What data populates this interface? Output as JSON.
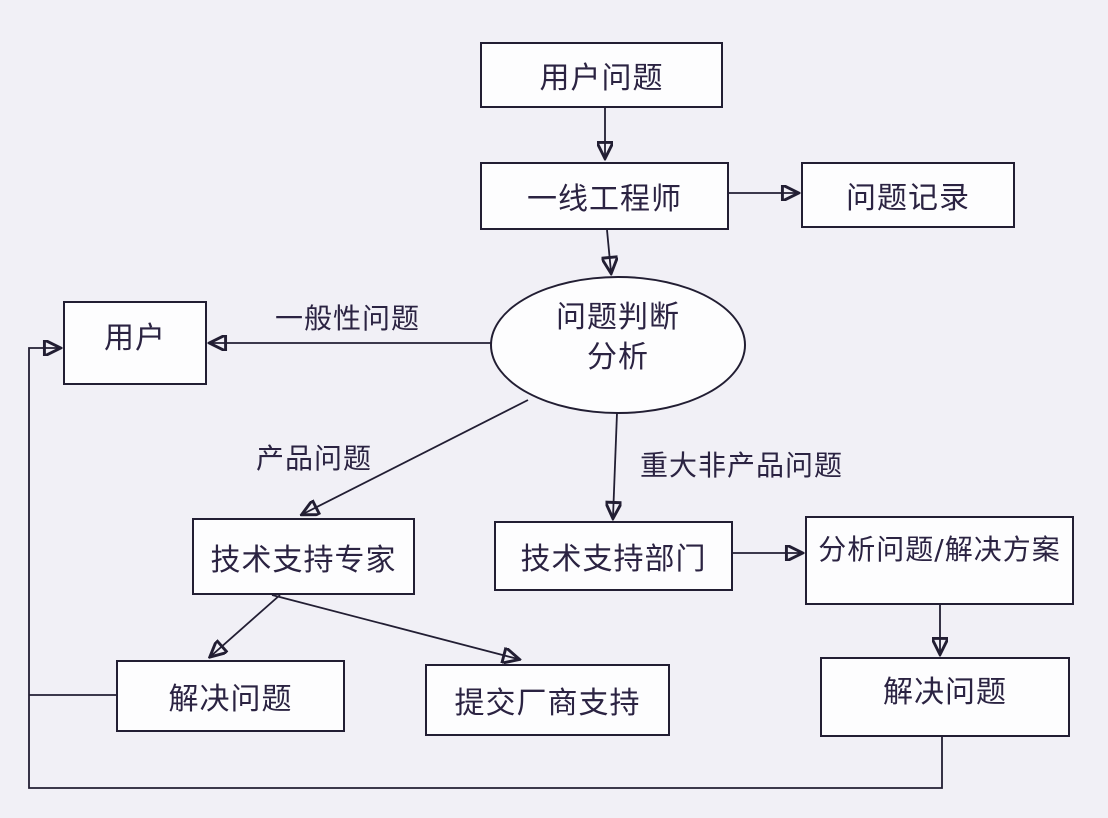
{
  "diagram": {
    "title": "support-workflow-flowchart",
    "colors": {
      "background": "#f1f0f6",
      "node_fill": "#fdfdfe",
      "line": "#221e33",
      "text": "#2b2342"
    },
    "nodes": {
      "user_problem": {
        "label": "用户问题"
      },
      "frontline_engineer": {
        "label": "一线工程师"
      },
      "problem_record": {
        "label": "问题记录"
      },
      "judgment": {
        "label_line1": "问题判断",
        "label_line2": "分析"
      },
      "user": {
        "label": "用户"
      },
      "tech_expert": {
        "label": "技术支持专家"
      },
      "tech_dept": {
        "label": "技术支持部门"
      },
      "analyze_solution": {
        "label": "分析问题/解决方案"
      },
      "solve_left": {
        "label": "解决问题"
      },
      "submit_vendor": {
        "label": "提交厂商支持"
      },
      "solve_right": {
        "label": "解决问题"
      }
    },
    "edge_labels": {
      "general_problem": "一般性问题",
      "product_problem": "产品问题",
      "major_nonproduct_problem": "重大非产品问题"
    }
  }
}
